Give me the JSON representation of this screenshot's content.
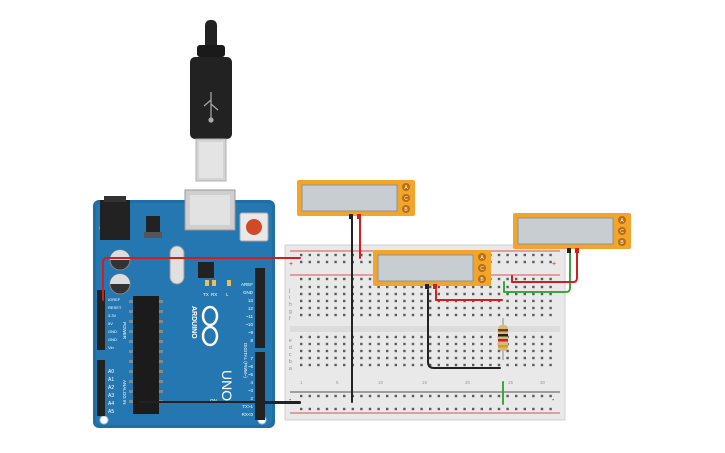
{
  "arduino": {
    "brand": "ARDUINO",
    "model": "UNO",
    "left_pins": [
      "IOREF",
      "RESET",
      "3.3V",
      "5V",
      "GND",
      "GND",
      "Vin"
    ],
    "analog_pins": [
      "A0",
      "A1",
      "A2",
      "A3",
      "A4",
      "A5"
    ],
    "digital_top": [
      "AREF",
      "GND",
      "13",
      "12",
      "~11",
      "~10",
      "~9",
      "8"
    ],
    "digital_bottom": [
      "7",
      "~6",
      "~5",
      "4",
      "~3",
      "2",
      "TX>1",
      "RX<0"
    ],
    "power_label": "POWER",
    "analog_label": "ANALOG IN",
    "digital_label": "DIGITAL (PWM~)",
    "tx_label": "TX",
    "rx_label": "RX",
    "l_label": "L",
    "on_label": "ON"
  },
  "breadboard": {
    "row_letters_top": [
      "j",
      "i",
      "h",
      "g",
      "f"
    ],
    "row_letters_bottom": [
      "e",
      "d",
      "c",
      "b",
      "a"
    ],
    "col_numbers": [
      "1",
      "5",
      "10",
      "15",
      "20",
      "25",
      "30"
    ],
    "plus": "+",
    "minus": "-"
  },
  "displays": [
    {
      "buttons": [
        "A",
        "C",
        "B"
      ]
    },
    {
      "buttons": [
        "A",
        "C",
        "B"
      ]
    },
    {
      "buttons": [
        "A",
        "C",
        "B"
      ]
    }
  ],
  "colors": {
    "board": "#1f6ea6",
    "display_frame": "#f2a52a",
    "display_screen": "#c7cdd1",
    "wire_red": "#d11f1f",
    "wire_black": "#222222",
    "wire_green": "#3aa83a"
  }
}
